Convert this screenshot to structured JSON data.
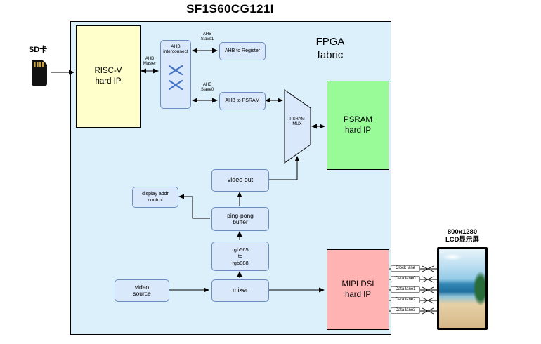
{
  "title": "SF1S60CG121I",
  "fpga_label": "FPGA\nfabric",
  "sd_card": {
    "label": "SD卡"
  },
  "blocks": {
    "riscv": "RISC-V\nhard IP",
    "ahb_interconnect": "AHB\ninterconnect",
    "ahb_to_register": "AHB to Register",
    "ahb_to_psram": "AHB to PSRAM",
    "psram_mux": "PSRAM\nMUX",
    "psram": "PSRAM\nhard IP",
    "video_out": "video out",
    "ping_pong_buffer": "ping-pong\nbuffer",
    "display_addr_control": "display addr\ncontrol",
    "rgb_convert": "rgb565\nto\nrgb888",
    "video_source": "video\nsource",
    "mixer": "mixer",
    "mipi_dsi": "MIPI DSI\nhard IP"
  },
  "bus_labels": {
    "master": "AHB\nMaster",
    "slave1": "AHB\nSlave1",
    "slave0": "AHB\nSlave0"
  },
  "lcd": {
    "label": "800x1280\nLCD显示屏"
  },
  "lanes": [
    "Clock lane",
    "Data lane0",
    "Data lane1",
    "Data lane2",
    "Data lane3"
  ],
  "colors": {
    "fabric_fill": "#dcf0fb",
    "riscv_fill": "#ffffcc",
    "psram_fill": "#98fb98",
    "mipi_fill": "#ffb3b3",
    "node_fill": "#dae8fc",
    "node_border": "#6c8ebf",
    "crossbar_blue": "#4472c4"
  }
}
